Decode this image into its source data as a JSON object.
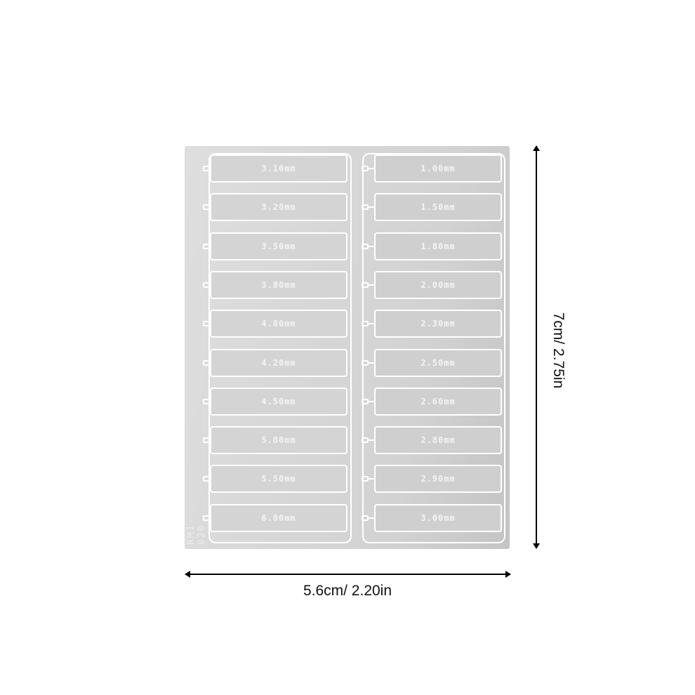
{
  "sheet": {
    "part_code": "RM1-020",
    "left_column": [
      "3.10mm",
      "3.20mm",
      "3.50mm",
      "3.80mm",
      "4.00mm",
      "4.20mm",
      "4.50mm",
      "5.00mm",
      "5.50mm",
      "6.00mm"
    ],
    "right_column": [
      "1.00mm",
      "1.50mm",
      "1.80mm",
      "2.00mm",
      "2.30mm",
      "2.50mm",
      "2.60mm",
      "2.80mm",
      "2.90mm",
      "3.00mm"
    ]
  },
  "dimensions": {
    "width_label": "5.6cm/ 2.20in",
    "height_label": "7cm/ 2.75in"
  }
}
